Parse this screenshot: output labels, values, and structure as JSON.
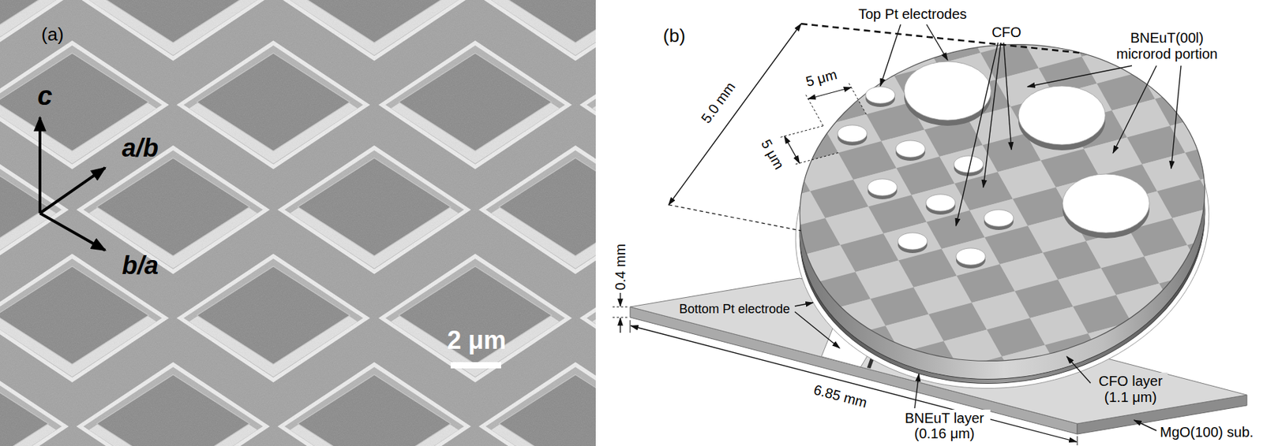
{
  "diagram": {
    "labels": [
      "(a)",
      "c",
      "a/b",
      "b/a",
      "2 μm",
      "(b)",
      "Top Pt electrodes",
      "CFO",
      "BNEuT(00l) microrod portion",
      "5.0 mm",
      "5 μm",
      "5 μm",
      "0.4 mm",
      "Bottom Pt electrode",
      "CFO layer (1.1 μm)",
      "BNEuT layer (0.16 μm)",
      "6.85 mm",
      "MgO(100) sub."
    ]
  }
}
